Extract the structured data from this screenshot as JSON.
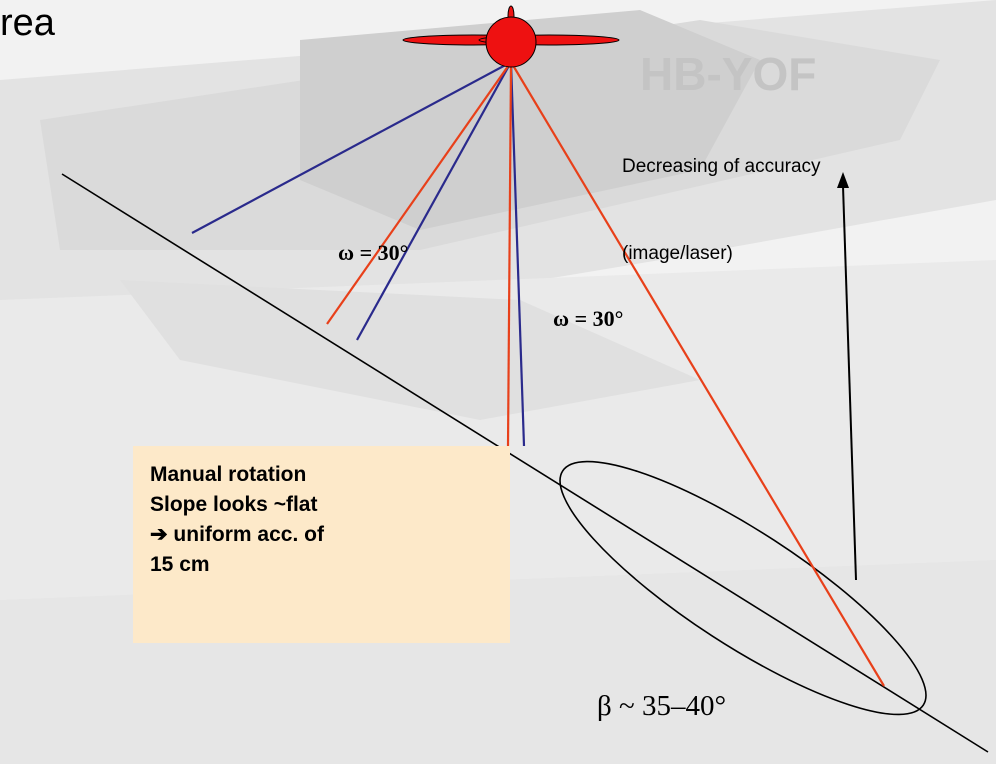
{
  "title_fragment": "rea",
  "accuracy_label": {
    "line1": "Decreasing of accuracy",
    "line2": "(image/laser)"
  },
  "omega_left": "ω = 30°",
  "omega_right": "ω = 30°",
  "beta_label": "β ~ 35–40°",
  "note": {
    "line1": "Manual rotation",
    "line2": "Slope looks ~flat",
    "line3": "➔ uniform acc. of",
    "line4": "15 cm"
  },
  "colors": {
    "aircraft": "#ee1111",
    "red_rays": "#e8401a",
    "blue_rays": "#2a2a8c",
    "note_background": "#fde9c9"
  }
}
